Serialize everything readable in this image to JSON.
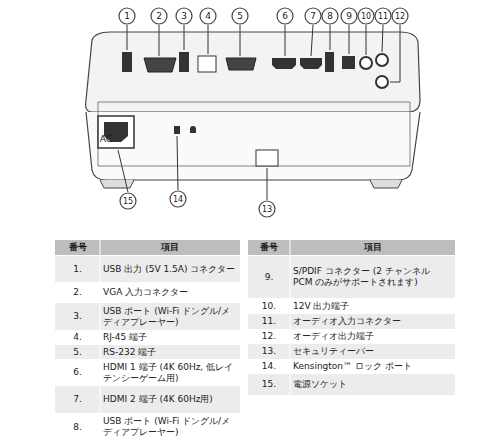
{
  "diagram": {
    "nodes": [
      {
        "text": [
          "1"
        ]
      },
      {
        "text": [
          "2"
        ]
      },
      {
        "text": [
          "3"
        ]
      },
      {
        "text": [
          "4"
        ]
      },
      {
        "text": [
          "5"
        ]
      },
      {
        "text": [
          "6"
        ]
      },
      {
        "text": [
          "7"
        ]
      },
      {
        "text": [
          "8"
        ]
      },
      {
        "text": [
          "9"
        ]
      },
      {
        "text": [
          "10"
        ]
      },
      {
        "text": [
          "11"
        ]
      },
      {
        "text": [
          "12"
        ]
      },
      {
        "text": [
          "15"
        ]
      },
      {
        "text": [
          "14"
        ]
      },
      {
        "text": [
          "13"
        ]
      }
    ],
    "labels": [
      "AC",
      "番号",
      "項目",
      "番号",
      "項目",
      "1.",
      "USB 出力 (5V 1.5A) コネクター",
      "2.",
      "VGA 入力コネクター",
      "3.",
      "USB ポート (Wi-Fi ドングル/メディアプレーヤー)",
      "4.",
      "RJ-45 端子",
      "5.",
      "RS-232 端子",
      "6.",
      "HDMI 1 端子 (4K 60Hz, 低レイテンシーゲーム用)",
      "7.",
      "HDMI 2 端子 (4K 60Hz用)",
      "8.",
      "USB ポート (Wi-Fi ドングル/メディアプレーヤー)",
      "9.",
      "S/PDIF コネクター (2 チャンネル PCM のみがサポートされます)",
      "10.",
      "12V 出力端子",
      "11.",
      "オーディオ入力コネクター",
      "12.",
      "オーディオ出力端子",
      "13.",
      "セキュリティーバー",
      "14.",
      "Kensington™ ロック ポート",
      "15.",
      "電源ソケット"
    ]
  }
}
